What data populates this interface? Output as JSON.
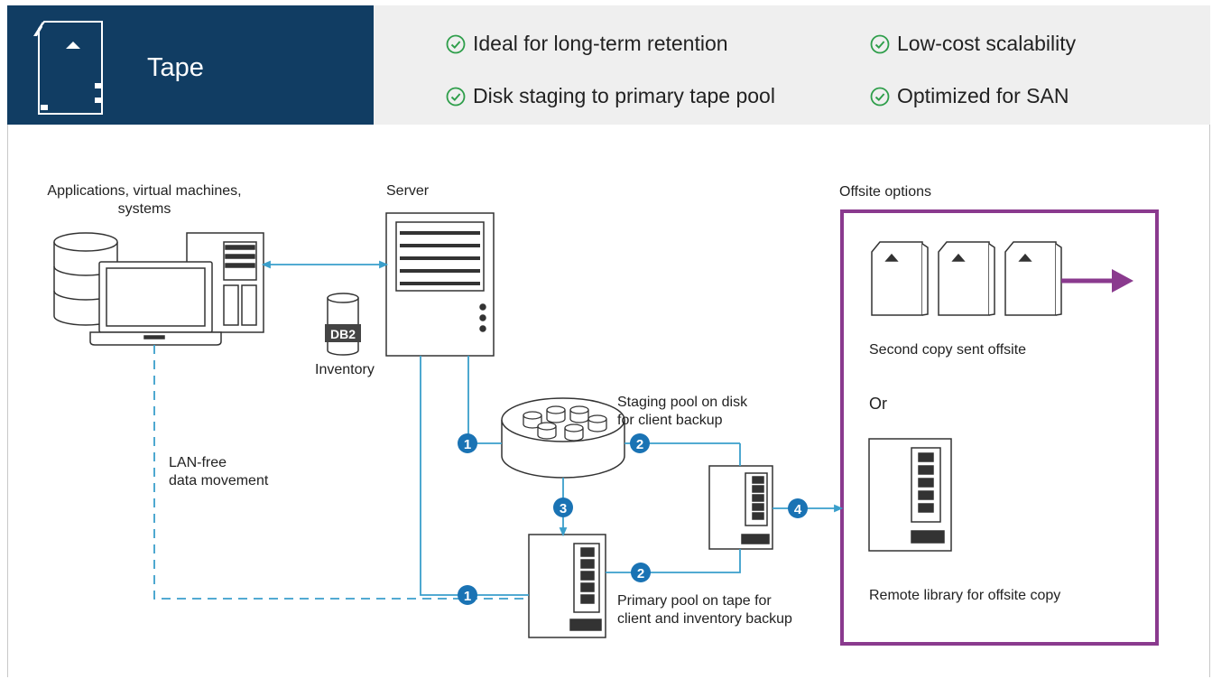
{
  "header": {
    "title": "Tape",
    "features": [
      "Ideal for long-term retention",
      "Low-cost scalability",
      "Disk staging to primary tape pool",
      "Optimized for SAN"
    ],
    "title_bg_color": "#113d63",
    "features_bg_color": "#efefef",
    "check_color": "#2e9e4a"
  },
  "diagram": {
    "clients_label_line1": "Applications, virtual machines,",
    "clients_label_line2": "systems",
    "server_label": "Server",
    "db_badge": "DB2",
    "inventory_label": "Inventory",
    "lan_free_line1": "LAN-free",
    "lan_free_line2": "data movement",
    "staging_line1": "Staging pool on disk",
    "staging_line2": "for client backup",
    "primary_line1": "Primary pool on tape for",
    "primary_line2": "client and inventory backup",
    "offsite_title": "Offsite options",
    "second_copy_label": "Second copy sent offsite",
    "or_label": "Or",
    "remote_library_label": "Remote library for offsite copy",
    "steps": [
      "1",
      "2",
      "3",
      "1",
      "2",
      "4"
    ],
    "line_color": "#3a9fcb",
    "badge_color": "#1a73b4",
    "offsite_border_color": "#8a3a8e"
  }
}
